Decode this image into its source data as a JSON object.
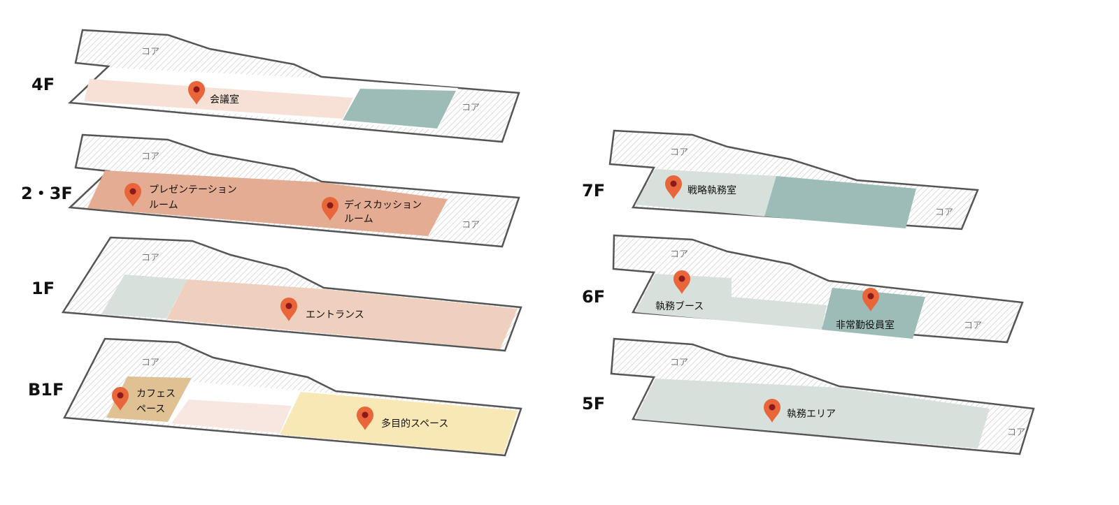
{
  "core_label": "コア",
  "colors": {
    "outline": "#555555",
    "pin": "#e8663a",
    "pin_dot": "#8b1a1a",
    "meeting": "#f7e1d6",
    "teal": "#9dbcb8",
    "presentation": "#e4ac92",
    "office": "#d7e0da",
    "entrance": "#efcfbd",
    "cafe": "#dfc194",
    "pale": "#f7e7e0",
    "multipurpose": "#f8e8b5"
  },
  "floors": {
    "f4": {
      "label": "4F",
      "rooms": {
        "meeting": [
          "会議室"
        ]
      }
    },
    "f23": {
      "label": "2・3F",
      "rooms": {
        "presentation": [
          "プレゼンテーション",
          "ルーム"
        ],
        "discussion": [
          "ディスカッション",
          "ルーム"
        ]
      }
    },
    "f1": {
      "label": "1F",
      "rooms": {
        "entrance": [
          "エントランス"
        ]
      }
    },
    "b1": {
      "label": "B1F",
      "rooms": {
        "cafe": [
          "カフェス",
          "ペース"
        ],
        "multipurpose": [
          "多目的スペース"
        ]
      }
    },
    "f7": {
      "label": "7F",
      "rooms": {
        "strategy": [
          "戦略執務室"
        ]
      }
    },
    "f6": {
      "label": "6F",
      "rooms": {
        "booth": [
          "執務ブース"
        ],
        "executive": [
          "非常勤役員室"
        ]
      }
    },
    "f5": {
      "label": "5F",
      "rooms": {
        "office": [
          "執務エリア"
        ]
      }
    }
  }
}
